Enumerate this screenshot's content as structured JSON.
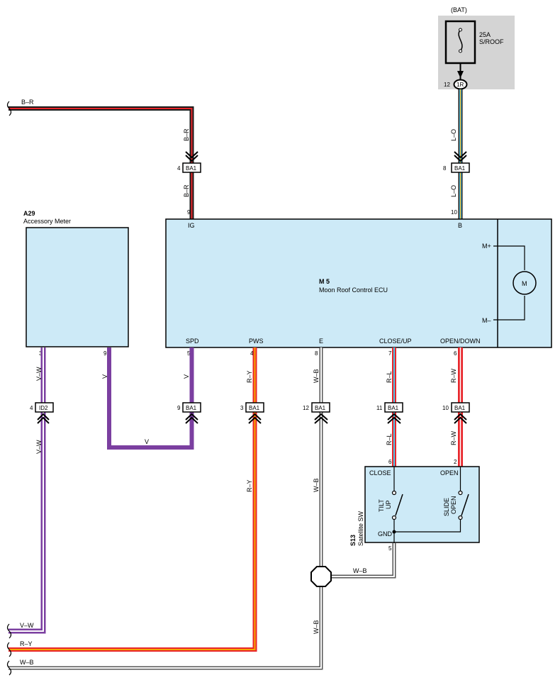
{
  "battery": {
    "name": "(BAT)",
    "fuse_rating": "25A",
    "fuse_name": "S/ROOF",
    "junction": "1R",
    "junction_pin": "12"
  },
  "accessory_meter": {
    "code": "A29",
    "name": "Accessory Meter",
    "pin3": "3",
    "pin9": "9"
  },
  "ecu": {
    "code": "M 5",
    "name": "Moon Roof Control ECU",
    "terminals": {
      "ig": "IG",
      "ig_pin": "9",
      "b": "B",
      "b_pin": "10",
      "spd": "SPD",
      "spd_pin": "5",
      "pws": "PWS",
      "pws_pin": "4",
      "e": "E",
      "e_pin": "8",
      "close_up": "CLOSE/UP",
      "close_up_pin": "7",
      "open_down": "OPEN/DOWN",
      "open_down_pin": "6",
      "m_plus": "M+",
      "m_minus": "M–",
      "motor": "M"
    }
  },
  "satellite_sw": {
    "code": "S13",
    "name": "Satellite SW",
    "close": "CLOSE",
    "open": "OPEN",
    "gnd": "GND",
    "tilt_up_1": "TILT",
    "tilt_up_2": "UP",
    "slide_open_1": "SLIDE",
    "slide_open_2": "OPEN",
    "pin_close": "6",
    "pin_open": "2",
    "pin_gnd": "5"
  },
  "connectors": {
    "br_ba1": {
      "name": "BA1",
      "pin": "4"
    },
    "lo_ba1": {
      "name": "BA1",
      "pin": "8"
    },
    "vw_id2": {
      "name": "ID2",
      "pin": "4"
    },
    "v_ba1": {
      "name": "BA1",
      "pin": "9"
    },
    "ry_ba1": {
      "name": "BA1",
      "pin": "3"
    },
    "wb_ba1": {
      "name": "BA1",
      "pin": "12"
    },
    "rl_ba1": {
      "name": "BA1",
      "pin": "11"
    },
    "rw_ba1": {
      "name": "BA1",
      "pin": "10"
    }
  },
  "wires": {
    "br": "B–R",
    "lo": "L–O",
    "vw": "V–W",
    "v": "V",
    "ry": "R–Y",
    "wb": "W–B",
    "rl": "R–L",
    "rw": "R–W"
  },
  "colors": {
    "black": "#1a1a1a",
    "red": "#e8262b",
    "white": "#ffffff",
    "light_blue": "#4fc3e8",
    "orange": "#f7a800",
    "purple": "#7b3fa0",
    "gray_wire": "#9a9a9a",
    "box_fill": "#cdeaf7",
    "bat_bg": "#d4d4d4"
  }
}
